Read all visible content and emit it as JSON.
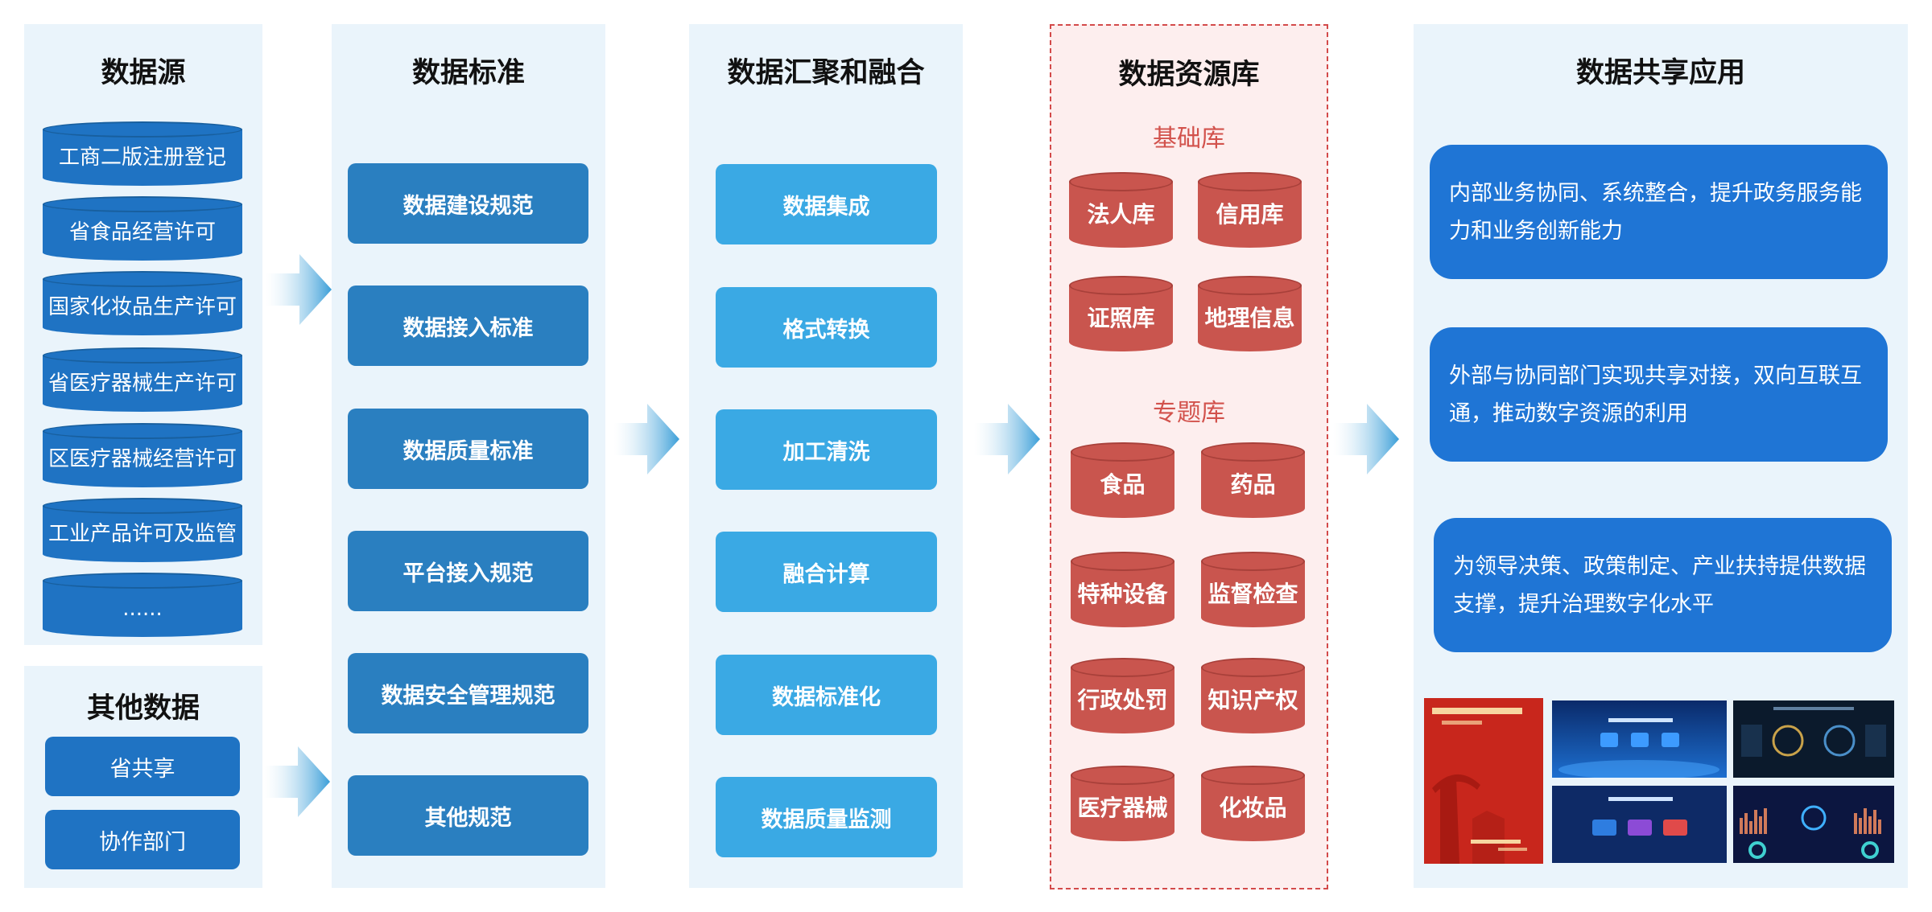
{
  "colors": {
    "panel_bg": "#eaf4fb",
    "blue_cylinder": "#1f73c3",
    "standard_box": "#2a7fc0",
    "process_box": "#3aa9e4",
    "red_cylinder": "#c9554e",
    "app_box": "#1f75d5",
    "subtitle_red": "#d2524c"
  },
  "data_source": {
    "title": "数据源",
    "items": [
      "工商二版注册登记",
      "省食品经营许可",
      "国家化妆品生产许可",
      "省医疗器械生产许可",
      "区医疗器械经营许可",
      "工业产品许可及监管",
      "......"
    ]
  },
  "other_data": {
    "title": "其他数据",
    "items": [
      "省共享",
      "协作部门"
    ]
  },
  "data_standard": {
    "title": "数据标准",
    "items": [
      "数据建设规范",
      "数据接入标准",
      "数据质量标准",
      "平台接入规范",
      "数据安全管理规范",
      "其他规范"
    ]
  },
  "aggregation": {
    "title": "数据汇聚和融合",
    "items": [
      "数据集成",
      "格式转换",
      "加工清洗",
      "融合计算",
      "数据标准化",
      "数据质量监测"
    ]
  },
  "resource_lib": {
    "title": "数据资源库",
    "base_title": "基础库",
    "base_items": [
      "法人库",
      "信用库",
      "证照库",
      "地理信息"
    ],
    "topic_title": "专题库",
    "topic_items": [
      "食品",
      "药品",
      "特种设备",
      "监督检查",
      "行政处罚",
      "知识产权",
      "医疗器械",
      "化妆品"
    ]
  },
  "sharing": {
    "title": "数据共享应用",
    "items": [
      "内部业务协同、系统整合，提升政务服务能力和业务创新能力",
      "外部与协同部门实现共享对接，双向互联互通，推动数字资源的利用",
      "为领导决策、政策制定、产业扶持提供数据支撑，提升治理数字化水平"
    ],
    "thumbnails": [
      "report-cover-image",
      "dashboard-screenshot-1",
      "dashboard-screenshot-2",
      "dashboard-screenshot-3",
      "dashboard-screenshot-4"
    ]
  }
}
